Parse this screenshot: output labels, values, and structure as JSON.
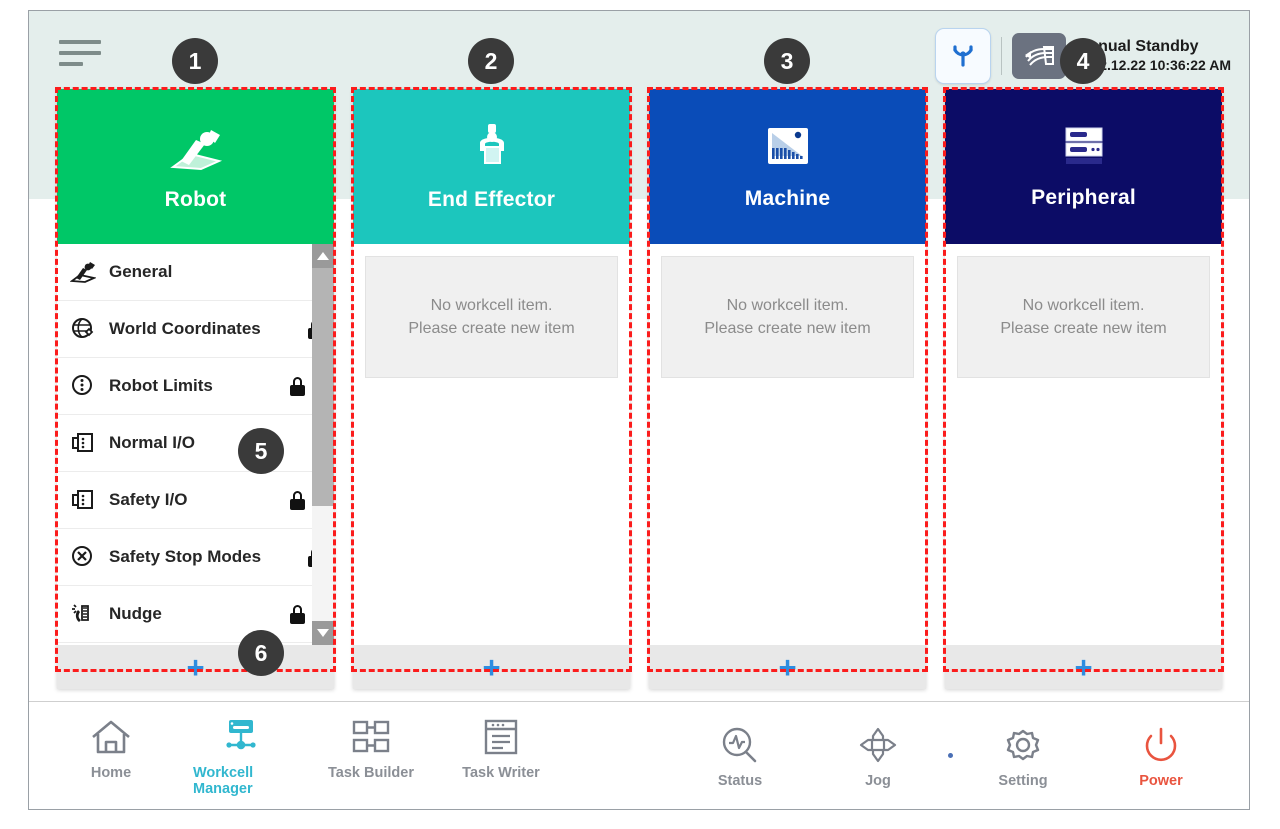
{
  "header": {
    "menu_icon": "hamburger-menu-icon",
    "pose_button_icon": "robot-home-pose-icon",
    "mode_button_icon": "manual-hand-icon",
    "status_title": "Manual Standby",
    "status_timestamp": "2022.12.22 10:36:22 AM"
  },
  "columns": [
    {
      "id": "robot",
      "title": "Robot",
      "icon": "robot-arm-icon",
      "color": "#00c767",
      "add_label": "+",
      "has_list": true,
      "items": [
        {
          "label": "General",
          "icon": "robot-arm-icon",
          "locked": false
        },
        {
          "label": "World Coordinates",
          "icon": "globe-coordinates-icon",
          "locked": true
        },
        {
          "label": "Robot Limits",
          "icon": "limits-circle-icon",
          "locked": true
        },
        {
          "label": "Normal I/O",
          "icon": "io-port-icon",
          "locked": false
        },
        {
          "label": "Safety I/O",
          "icon": "io-port-icon",
          "locked": true
        },
        {
          "label": "Safety Stop Modes",
          "icon": "stop-x-icon",
          "locked": true
        },
        {
          "label": "Nudge",
          "icon": "nudge-hand-icon",
          "locked": true
        }
      ]
    },
    {
      "id": "end-effector",
      "title": "End Effector",
      "icon": "gripper-icon",
      "color": "#1cc6bd",
      "add_label": "+",
      "has_list": false,
      "empty_line1": "No workcell item.",
      "empty_line2": "Please create new item"
    },
    {
      "id": "machine",
      "title": "Machine",
      "icon": "machine-icon",
      "color": "#0a4cb8",
      "add_label": "+",
      "has_list": false,
      "empty_line1": "No workcell item.",
      "empty_line2": "Please create new item"
    },
    {
      "id": "peripheral",
      "title": "Peripheral",
      "icon": "peripheral-rack-icon",
      "color": "#0c0c66",
      "add_label": "+",
      "has_list": false,
      "empty_line1": "No workcell item.",
      "empty_line2": "Please create new item"
    }
  ],
  "nav_left": [
    {
      "label": "Home",
      "icon": "home-icon",
      "active": false
    },
    {
      "label": "Workcell Manager",
      "icon": "workcell-manager-icon",
      "active": true
    },
    {
      "label": "Task Builder",
      "icon": "task-builder-icon",
      "active": false
    },
    {
      "label": "Task Writer",
      "icon": "task-writer-icon",
      "active": false
    }
  ],
  "nav_right": [
    {
      "label": "Status",
      "icon": "status-magnifier-icon"
    },
    {
      "label": "Jog",
      "icon": "jog-arrows-icon"
    },
    {
      "label": "Setting",
      "icon": "gear-icon"
    },
    {
      "label": "Power",
      "icon": "power-icon"
    }
  ],
  "annotations": [
    {
      "number": "1",
      "target": "robot-column"
    },
    {
      "number": "2",
      "target": "end-effector-column"
    },
    {
      "number": "3",
      "target": "machine-column"
    },
    {
      "number": "4",
      "target": "status-area"
    },
    {
      "number": "5",
      "target": "robot-settings-list"
    },
    {
      "number": "6",
      "target": "add-item-footer"
    }
  ]
}
